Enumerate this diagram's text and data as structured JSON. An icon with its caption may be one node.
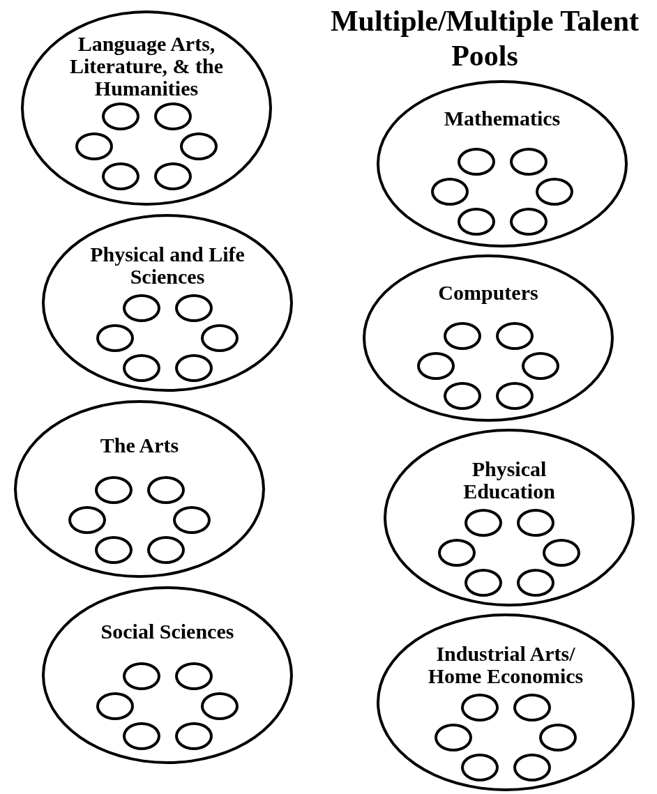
{
  "diagram": {
    "title": "Multiple/Multiple Talent Pools",
    "nodes": [
      {
        "text": [
          "Language Arts, Literature, & the Humanities"
        ]
      },
      {
        "text": [],
        "shape": "circle",
        "in": 0
      },
      {
        "text": [],
        "shape": "circle",
        "in": 0
      },
      {
        "text": [],
        "shape": "circle",
        "in": 0
      },
      {
        "text": [],
        "shape": "circle",
        "in": 0
      },
      {
        "text": [],
        "shape": "circle",
        "in": 0
      },
      {
        "text": [],
        "shape": "circle",
        "in": 0
      },
      {
        "text": [
          "Physical and Life Sciences"
        ]
      },
      {
        "text": [],
        "shape": "circle",
        "in": 7
      },
      {
        "text": [],
        "shape": "circle",
        "in": 7
      },
      {
        "text": [],
        "shape": "circle",
        "in": 7
      },
      {
        "text": [],
        "shape": "circle",
        "in": 7
      },
      {
        "text": [],
        "shape": "circle",
        "in": 7
      },
      {
        "text": [],
        "shape": "circle",
        "in": 7
      },
      {
        "text": [
          "The Arts"
        ]
      },
      {
        "text": [],
        "shape": "circle",
        "in": 14
      },
      {
        "text": [],
        "shape": "circle",
        "in": 14
      },
      {
        "text": [],
        "shape": "circle",
        "in": 14
      },
      {
        "text": [],
        "shape": "circle",
        "in": 14
      },
      {
        "text": [],
        "shape": "circle",
        "in": 14
      },
      {
        "text": [],
        "shape": "circle",
        "in": 14
      },
      {
        "text": [
          "Social Sciences"
        ]
      },
      {
        "text": [],
        "shape": "circle",
        "in": 21
      },
      {
        "text": [],
        "shape": "circle",
        "in": 21
      },
      {
        "text": [],
        "shape": "circle",
        "in": 21
      },
      {
        "text": [],
        "shape": "circle",
        "in": 21
      },
      {
        "text": [],
        "shape": "circle",
        "in": 21
      },
      {
        "text": [],
        "shape": "circle",
        "in": 21
      },
      {
        "text": [
          "Mathematics"
        ]
      },
      {
        "text": [],
        "shape": "circle",
        "in": 28
      },
      {
        "text": [],
        "shape": "circle",
        "in": 28
      },
      {
        "text": [],
        "shape": "circle",
        "in": 28
      },
      {
        "text": [],
        "shape": "circle",
        "in": 28
      },
      {
        "text": [],
        "shape": "circle",
        "in": 28
      },
      {
        "text": [],
        "shape": "circle",
        "in": 28
      },
      {
        "text": [
          "Computers"
        ]
      },
      {
        "text": [],
        "shape": "circle",
        "in": 35
      },
      {
        "text": [],
        "shape": "circle",
        "in": 35
      },
      {
        "text": [],
        "shape": "circle",
        "in": 35
      },
      {
        "text": [],
        "shape": "circle",
        "in": 35
      },
      {
        "text": [],
        "shape": "circle",
        "in": 35
      },
      {
        "text": [],
        "shape": "circle",
        "in": 35
      },
      {
        "text": [
          "Physical Education"
        ]
      },
      {
        "text": [],
        "shape": "circle",
        "in": 42
      },
      {
        "text": [],
        "shape": "circle",
        "in": 42
      },
      {
        "text": [],
        "shape": "circle",
        "in": 42
      },
      {
        "text": [],
        "shape": "circle",
        "in": 42
      },
      {
        "text": [],
        "shape": "circle",
        "in": 42
      },
      {
        "text": [],
        "shape": "circle",
        "in": 42
      },
      {
        "text": [
          "Industrial Arts/ Home Economics"
        ]
      },
      {
        "text": [],
        "shape": "circle",
        "in": 49
      },
      {
        "text": [],
        "shape": "circle",
        "in": 49
      },
      {
        "text": [],
        "shape": "circle",
        "in": 49
      },
      {
        "text": [],
        "shape": "circle",
        "in": 49
      },
      {
        "text": [],
        "shape": "circle",
        "in": 49
      },
      {
        "text": [],
        "shape": "circle",
        "in": 49
      }
    ],
    "edges": []
  }
}
